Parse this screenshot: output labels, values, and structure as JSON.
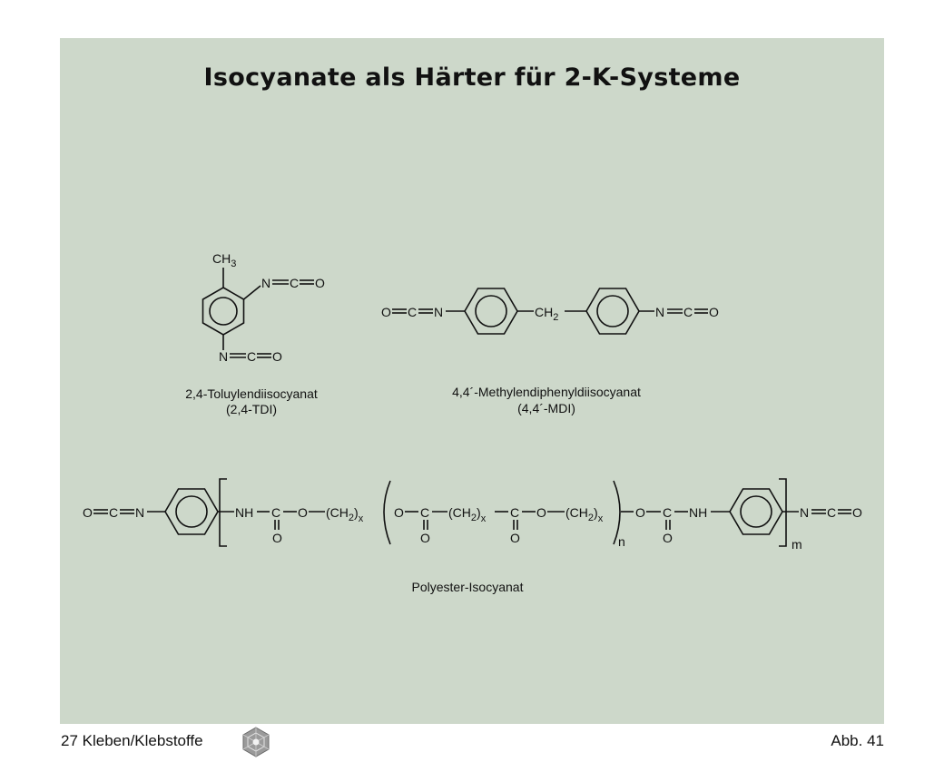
{
  "title": "Isocyanate als Härter für 2-K-Systeme",
  "tdi": {
    "ch3": "CH",
    "ch3_sub": "3",
    "nco_top": [
      "N",
      "C",
      "O"
    ],
    "nco_bottom": [
      "N",
      "C",
      "O"
    ],
    "caption_name": "2,4-Toluylendiisocyanat",
    "caption_abbr": "(2,4-TDI)"
  },
  "mdi": {
    "nco_left": [
      "O",
      "C",
      "N"
    ],
    "ch2": "CH",
    "ch2_sub": "2",
    "nco_right": [
      "N",
      "C",
      "O"
    ],
    "caption_name": "4,4´-Methylendiphenyldiisocyanat",
    "caption_abbr": "(4,4´-MDI)"
  },
  "polyester": {
    "nco_left": [
      "O",
      "C",
      "N"
    ],
    "nh1": "NH",
    "c1": "C",
    "o1": "O",
    "o_link1": "O",
    "ch2x1": "(CH",
    "ch2x1_sub": "2",
    "ch2x1_close": ")",
    "x1": "x",
    "o_link2": "O",
    "c2": "C",
    "o2": "O",
    "ch2x2": "(CH",
    "ch2x2_sub": "2",
    "ch2x2_close": ")",
    "x2": "x",
    "c3": "C",
    "o3": "O",
    "o_link3": "O",
    "ch2x3": "(CH",
    "ch2x3_sub": "2",
    "ch2x3_close": ")",
    "x3": "x",
    "n_index": "n",
    "o_link4": "O",
    "c4": "C",
    "o4": "O",
    "nh2": "NH",
    "m_index": "m",
    "nco_right": [
      "N",
      "C",
      "O"
    ],
    "caption": "Polyester-Isocyanat"
  },
  "footer": {
    "left": "27 Kleben/Klebstoffe",
    "right": "Abb. 41"
  }
}
